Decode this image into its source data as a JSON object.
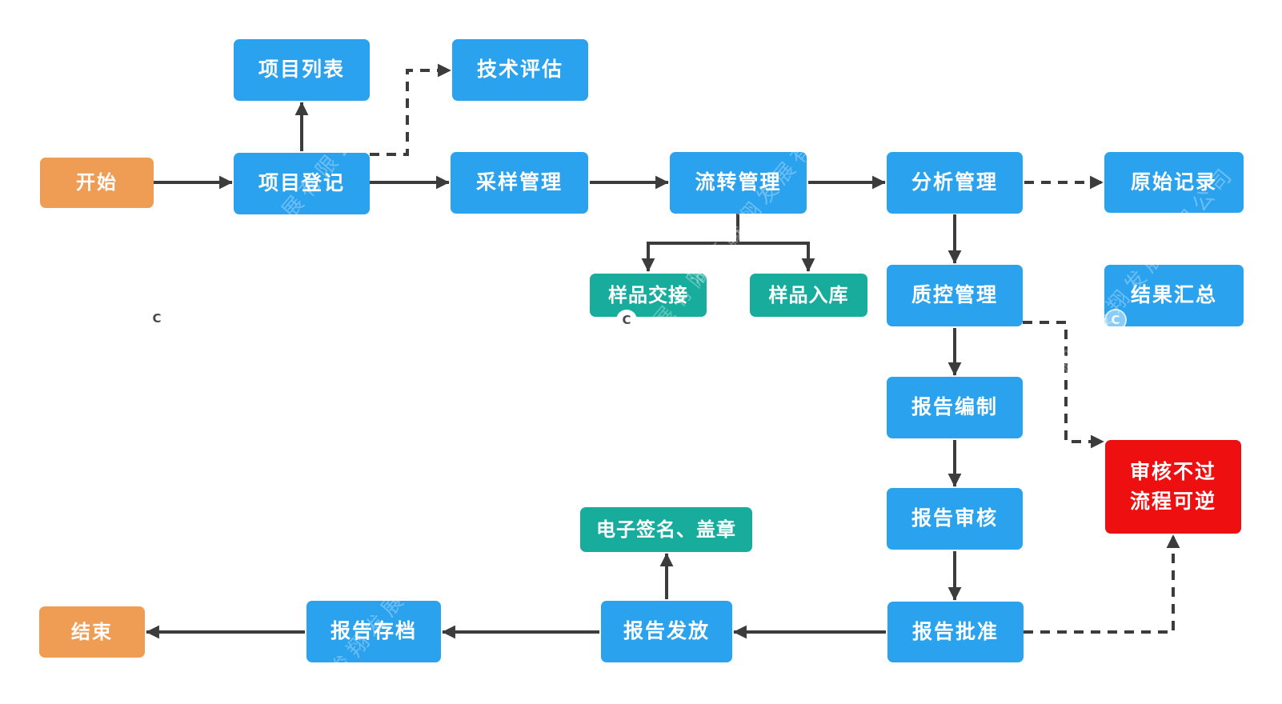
{
  "colors": {
    "blue": "#2ba2ee",
    "orange": "#ef9d54",
    "teal": "#18ac9d",
    "red": "#ee1010",
    "arrow": "#3c3c3c"
  },
  "nodes": {
    "start": {
      "label": "开始"
    },
    "project_list": {
      "label": "项目列表"
    },
    "tech_eval": {
      "label": "技术评估"
    },
    "project_register": {
      "label": "项目登记"
    },
    "sampling": {
      "label": "采样管理"
    },
    "transfer": {
      "label": "流转管理"
    },
    "analysis": {
      "label": "分析管理"
    },
    "raw_record": {
      "label": "原始记录"
    },
    "sample_handover": {
      "label": "样品交接"
    },
    "sample_storage": {
      "label": "样品入库"
    },
    "qc": {
      "label": "质控管理"
    },
    "result_summary": {
      "label": "结果汇总"
    },
    "report_prepare": {
      "label": "报告编制"
    },
    "review_fail": {
      "label_line1": "审核不过",
      "label_line2": "流程可逆"
    },
    "report_review": {
      "label": "报告审核"
    },
    "report_approve": {
      "label": "报告批准"
    },
    "esign": {
      "label": "电子签名、盖章"
    },
    "report_issue": {
      "label": "报告发放"
    },
    "report_archive": {
      "label": "报告存档"
    },
    "end": {
      "label": "结束"
    }
  },
  "watermark": {
    "text": "湖南俊翔发展有限公司",
    "copyright_letter": "C"
  }
}
